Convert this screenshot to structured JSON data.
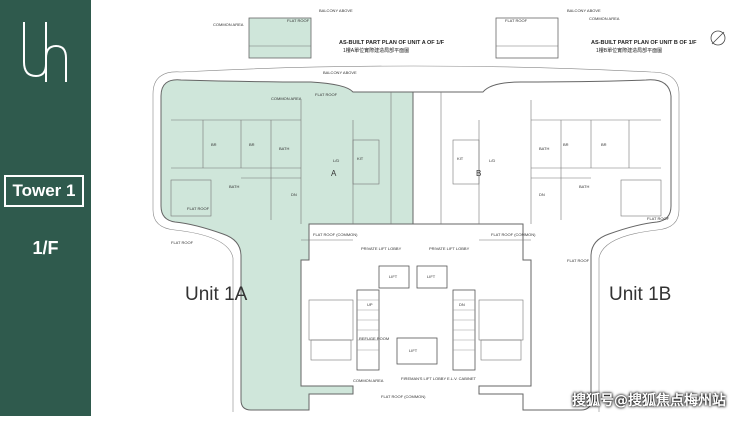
{
  "sidebar": {
    "logo": "uh",
    "tower_label": "Tower 1",
    "floor_label": "1/F"
  },
  "units": {
    "left_label": "Unit 1A",
    "right_label": "Unit 1B",
    "left_room": "A",
    "right_room": "B"
  },
  "plan_text": {
    "inset_a_title": "AS-BUILT PART PLAN OF UNIT A OF 1/F",
    "inset_a_sub": "1樓A單位實際建造局部平面圖",
    "inset_b_title": "AS-BUILT PART PLAN OF UNIT B OF 1/F",
    "inset_b_sub": "1樓B單位實際建造局部平面圖",
    "flat_roof": "FLAT ROOF",
    "balcony": "BALCONY ABOVE",
    "common_area": "COMMON AREA",
    "flat_roof_common": "FLAT ROOF (COMMON)",
    "private_lift_lobby": "PRIVATE LIFT LOBBY",
    "lift": "LIFT",
    "refuge_room": "REFUGE ROOM",
    "fireman_lift_lobby": "FIREMAN'S LIFT LOBBY",
    "elv_cabinet": "E.L.V. CABINET",
    "living_dining": "L/D",
    "bath": "BATH",
    "bedroom": "BR",
    "kitchen": "KIT",
    "dn": "DN",
    "up": "UP"
  },
  "watermark": "搜狐号@搜狐焦点梅州站",
  "colors": {
    "sidebar": "#2f5a4d",
    "unit_a_fill": "#cfe6da",
    "line": "#555555"
  }
}
